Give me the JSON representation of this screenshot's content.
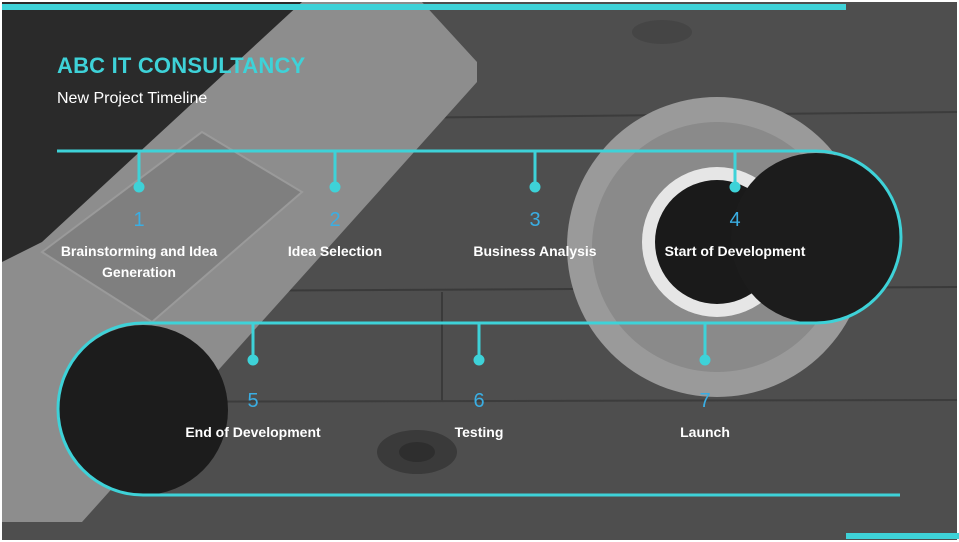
{
  "header": {
    "title": "ABC IT CONSULTANCY",
    "subtitle": "New Project Timeline"
  },
  "colors": {
    "accent": "#3ed2d8",
    "number": "#3aaee3",
    "text": "#ffffff",
    "circle": "#1c1c1c"
  },
  "timeline": {
    "steps": [
      {
        "number": "1",
        "label": "Brainstorming and Idea Generation"
      },
      {
        "number": "2",
        "label": "Idea Selection"
      },
      {
        "number": "3",
        "label": "Business Analysis"
      },
      {
        "number": "4",
        "label": "Start of Development"
      },
      {
        "number": "5",
        "label": "End of Development"
      },
      {
        "number": "6",
        "label": "Testing"
      },
      {
        "number": "7",
        "label": "Launch"
      }
    ]
  }
}
